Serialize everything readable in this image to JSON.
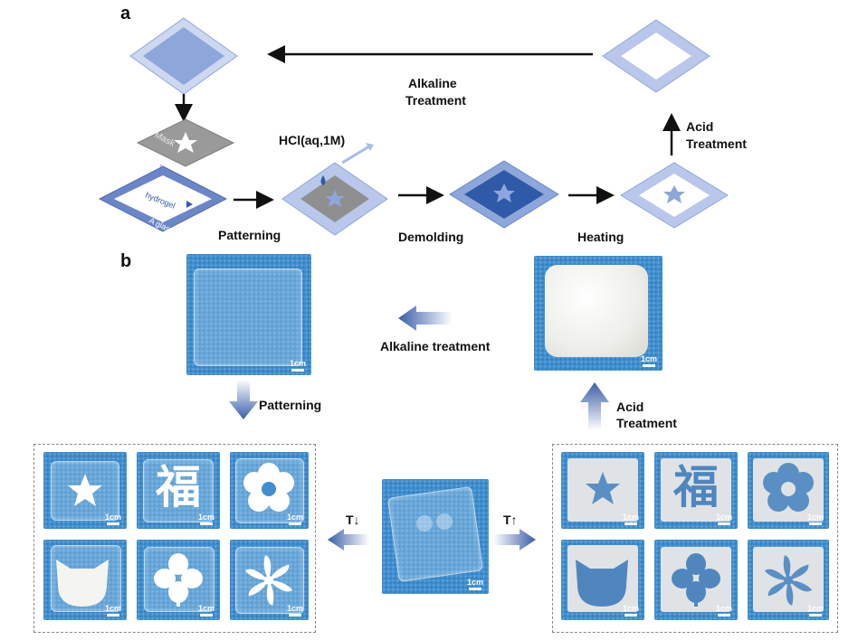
{
  "panel_a": {
    "letter": "a",
    "labels": {
      "alkaline": [
        "Alkaline",
        "Treatment"
      ],
      "acid": [
        "Acid",
        "Treatment"
      ],
      "hcl": "HCl(aq,1M)",
      "mask": "Mask",
      "hydrogel": "hydrogel",
      "glass": "A glass pane",
      "patterning": "Patterning",
      "demolding": "Demolding",
      "heating": "Heating"
    }
  },
  "panel_b": {
    "letter": "b",
    "alkaline": "Alkaline treatment",
    "patterning": "Patterning",
    "acid": [
      "Acid",
      "Treatment"
    ],
    "t_down": "T↓",
    "t_up": "T↑",
    "scale": "1cm",
    "char": "福"
  },
  "colors": {
    "light_blue": "#b9c8ea",
    "mid_blue": "#8ea7da",
    "dark_blue": "#2f5aa8",
    "gray": "#9a9a9a",
    "photo_blue": "#3f8fd0"
  }
}
